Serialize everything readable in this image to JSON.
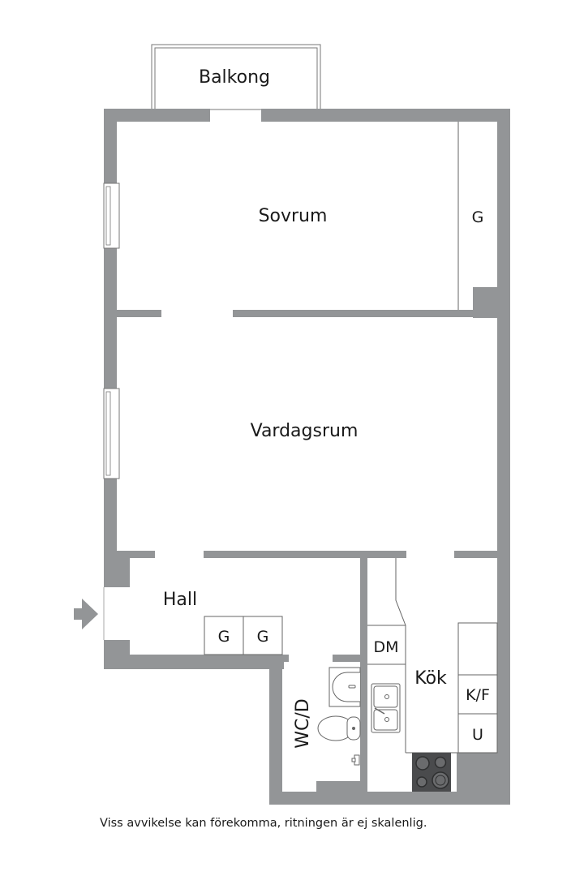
{
  "plan": {
    "rooms": {
      "balcony": "Balkong",
      "bedroom": "Sovrum",
      "living_room": "Vardagsrum",
      "hall": "Hall",
      "bathroom": "WC/D",
      "kitchen": "Kök"
    },
    "fixtures": {
      "wardrobe": "G",
      "dishwasher": "DM",
      "fridge_freezer": "K/F",
      "oven": "U"
    },
    "colors": {
      "wall": "#939597",
      "stove": "#4a4b4d",
      "line": "#555555",
      "background": "#ffffff"
    }
  },
  "footer": {
    "disclaimer": "Viss avvikelse kan förekomma, ritningen är ej skalenlig."
  }
}
